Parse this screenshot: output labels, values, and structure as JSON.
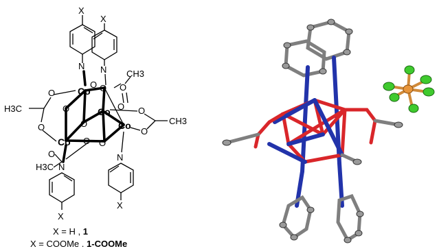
{
  "figure": {
    "structure_labels": {
      "x": "X",
      "n": "N",
      "o": "O",
      "co": "Co",
      "h3c": "H3C",
      "ch3": "CH3"
    },
    "caption": {
      "line1_prefix": "X = H ,",
      "line1_bold": "1",
      "line2_prefix": "X = COOMe .",
      "line2_bold": "1-COOMe"
    },
    "colors": {
      "cobalt": "#2233aa",
      "oxygen": "#d9262a",
      "carbon": "#9a9a9a",
      "fluorine": "#3fca2e",
      "phosphorus": "#e8953a"
    }
  }
}
